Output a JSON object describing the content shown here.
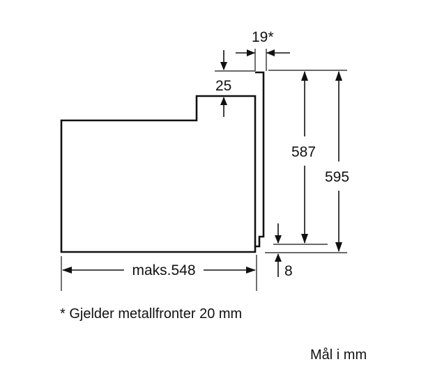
{
  "dimensions": {
    "top_gap": "19*",
    "step_height": "25",
    "inner_height": "587",
    "total_height": "595",
    "bottom_gap": "8",
    "depth": "maks.548"
  },
  "notes": {
    "footnote": "* Gjelder metallfronter 20 mm",
    "units": "Mål i mm"
  },
  "colors": {
    "line": "#111111",
    "background": "#ffffff"
  }
}
